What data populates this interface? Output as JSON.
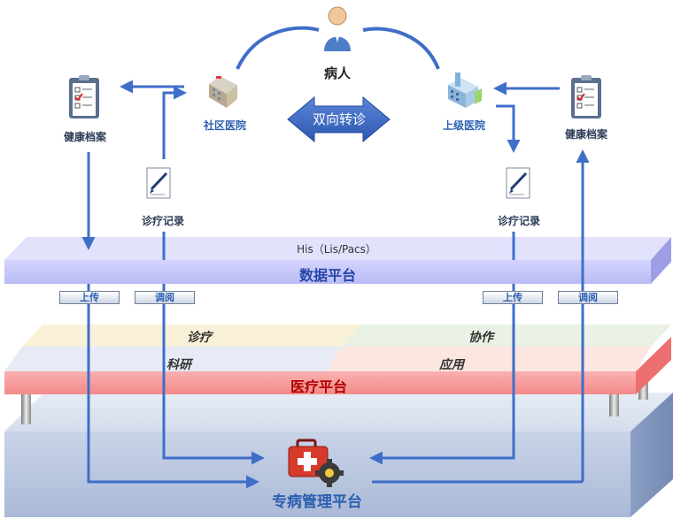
{
  "patient": {
    "label": "病人"
  },
  "community_hospital": {
    "label": "社区医院"
  },
  "upper_hospital": {
    "label": "上级医院"
  },
  "referral": {
    "label": "双向转诊"
  },
  "left_health_record": {
    "label": "健康档案"
  },
  "right_health_record": {
    "label": "健康档案"
  },
  "left_treatment_record": {
    "label": "诊疗记录"
  },
  "right_treatment_record": {
    "label": "诊疗记录"
  },
  "data_platform": {
    "subtitle": "His（Lis/Pacs）",
    "title": "数据平台"
  },
  "tags": {
    "left_upload": "上传",
    "left_retrieve": "调阅",
    "right_upload": "上传",
    "right_retrieve": "调阅"
  },
  "medical_platform": {
    "modules": {
      "diagnosis": "诊疗",
      "collaboration": "协作",
      "research": "科研",
      "application": "应用"
    },
    "title": "医疗平台"
  },
  "specialty_platform": {
    "title": "专病管理平台"
  },
  "colors": {
    "arrow": "#3f6ec9",
    "data_layer": "#c7c8fb",
    "medical_layer": "#fa9b9b",
    "base_block": "#b7c6e0"
  }
}
